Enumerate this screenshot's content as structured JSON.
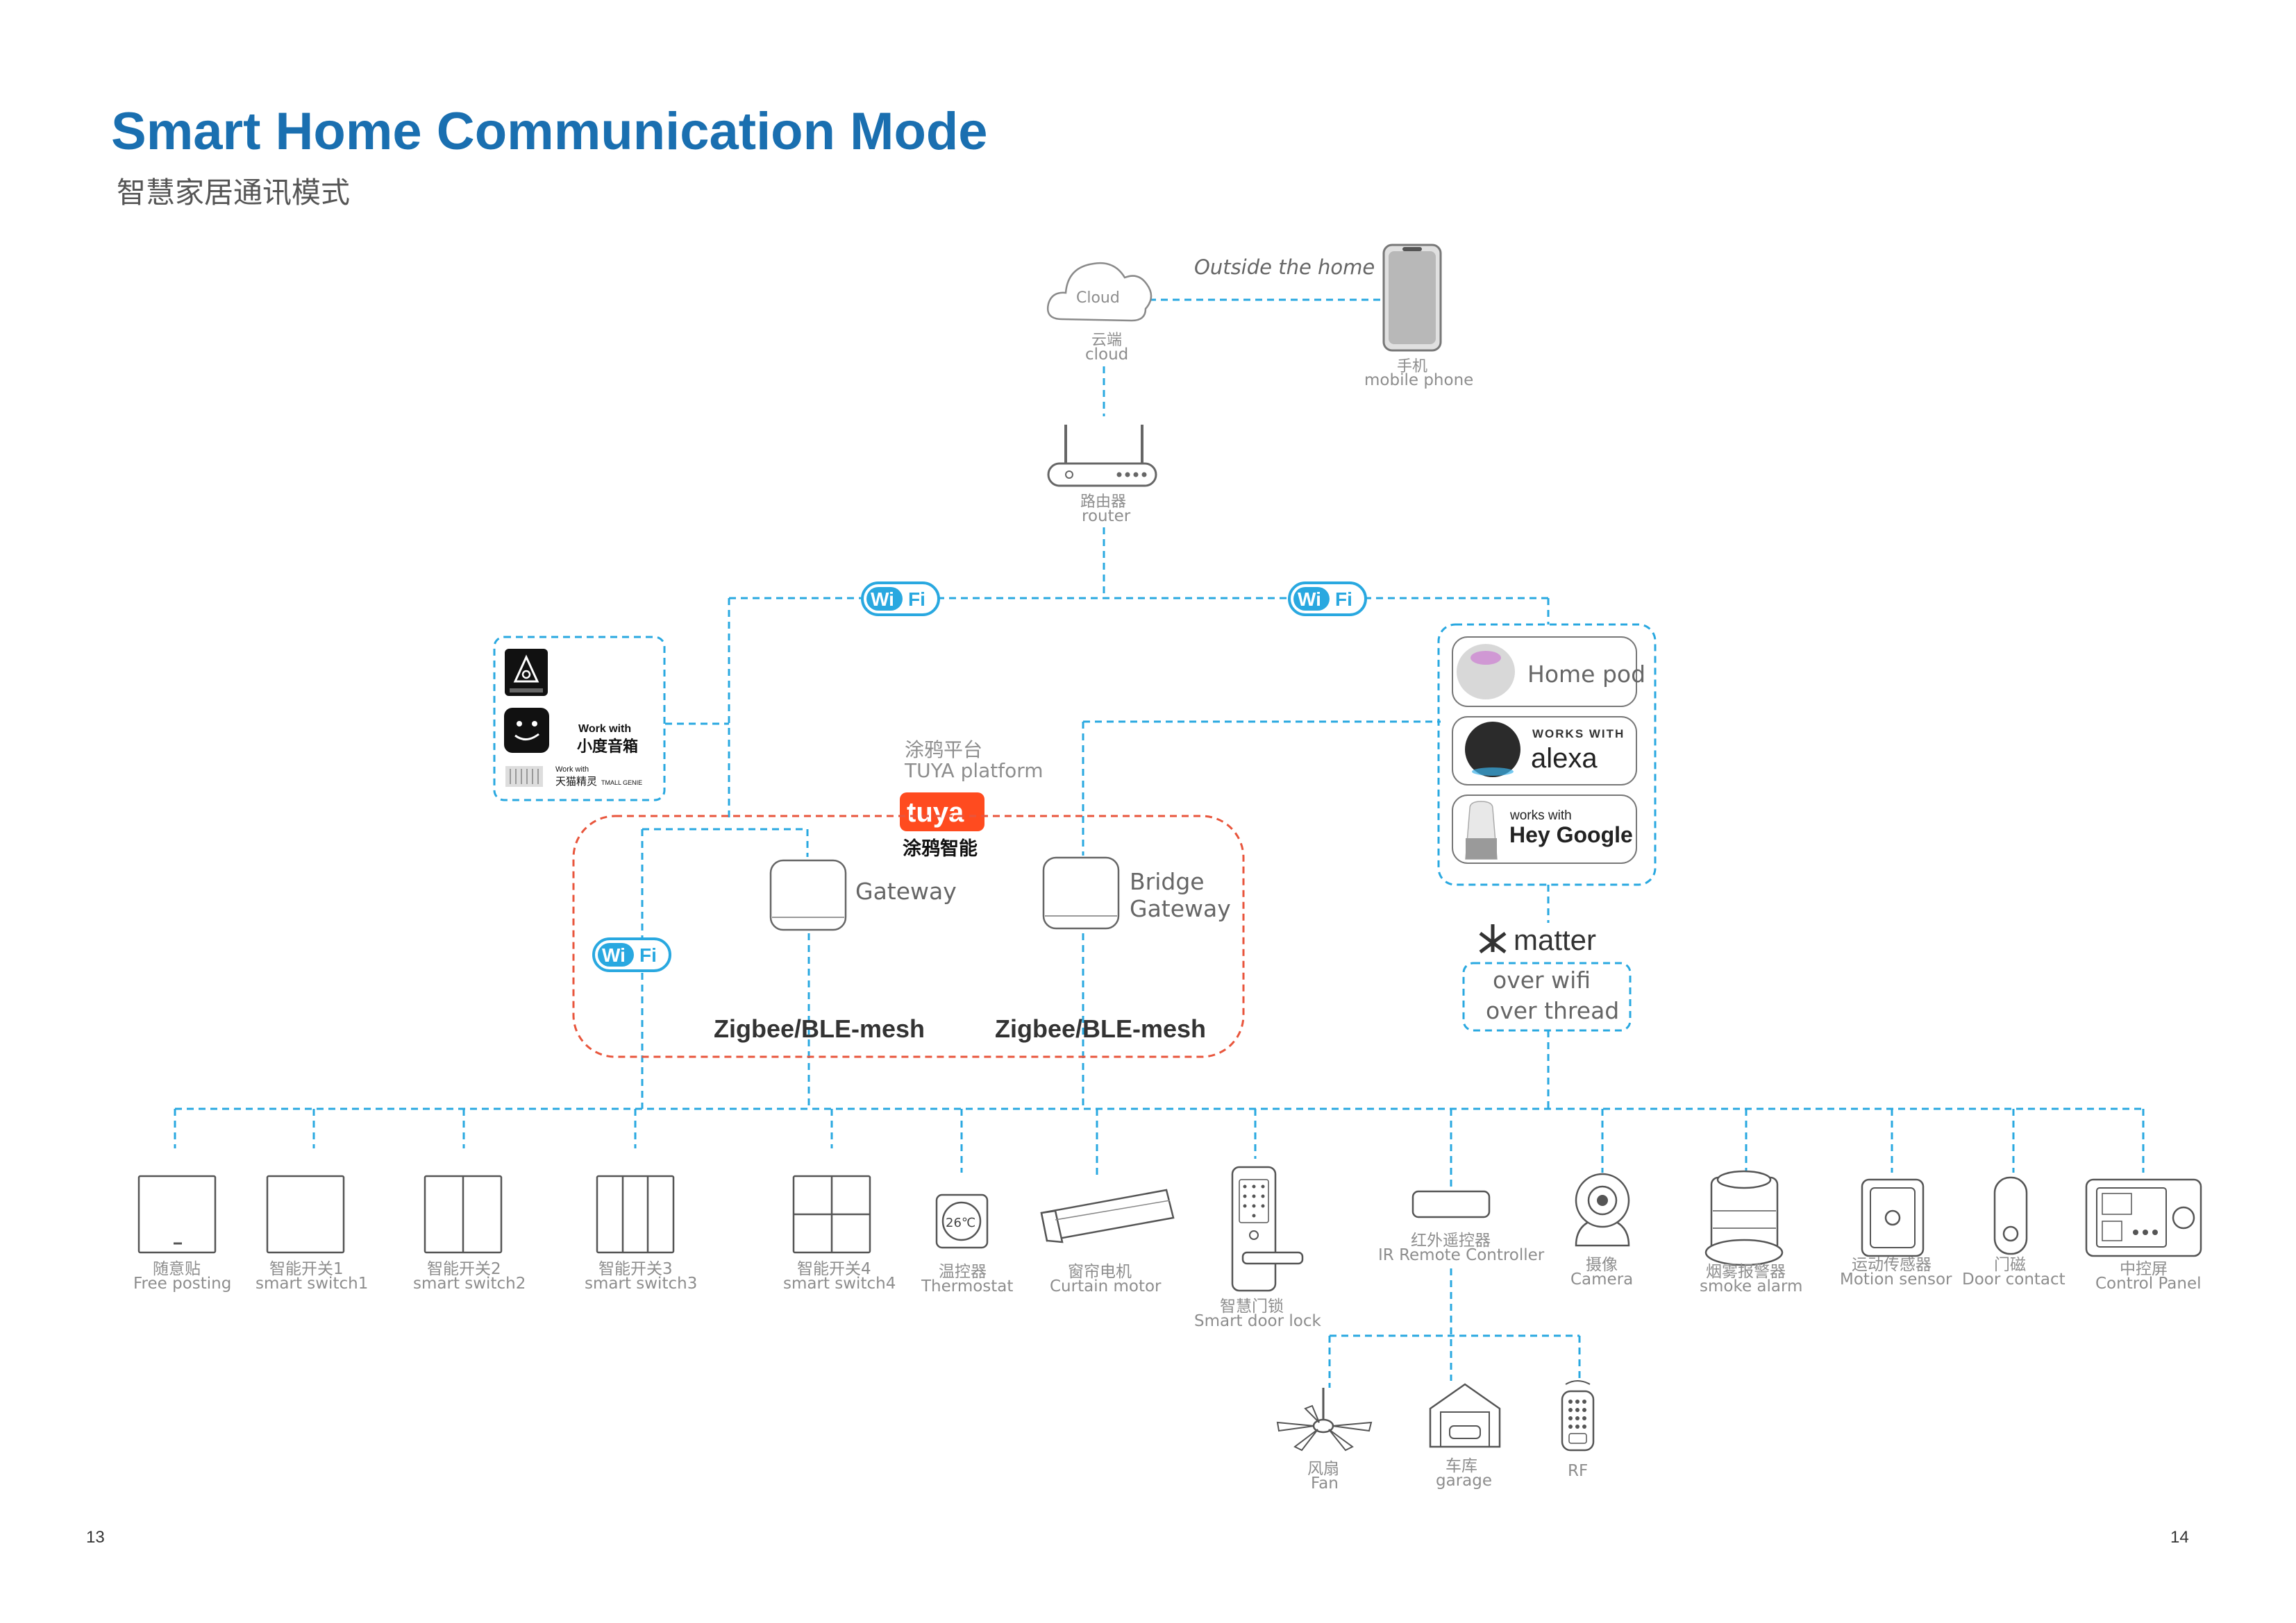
{
  "header": {
    "title": "Smart Home Communication Mode",
    "subtitle": "智慧家居通讯模式"
  },
  "top": {
    "outside_label": "Outside the home",
    "cloud": {
      "icon_text": "Cloud",
      "cn": "云端",
      "en": "cloud"
    },
    "phone": {
      "cn": "手机",
      "en": "mobile phone"
    },
    "router": {
      "cn": "路由器",
      "en": "router"
    }
  },
  "wifi_badge": {
    "left": "Wi",
    "right": "Fi"
  },
  "voice_left": {
    "xiaodu_work": "Work with",
    "xiaodu_name": "小度音箱",
    "tmall_work": "Work with",
    "tmall_name": "天猫精灵",
    "tmall_en": "TMALL GENIE"
  },
  "tuya": {
    "cn": "涂鸦平台",
    "en": "TUYA platform",
    "logo": "tuya",
    "logo_cn": "涂鸦智能",
    "gateway": "Gateway",
    "bridge_line1": "Bridge",
    "bridge_line2": "Gateway",
    "mesh_left": "Zigbee/BLE-mesh",
    "mesh_right": "Zigbee/BLE-mesh"
  },
  "voice_right": {
    "homepod": "Home pod",
    "alexa_works": "WORKS WITH",
    "alexa_name": "alexa",
    "google_works": "works with",
    "google_name": "Hey Google"
  },
  "matter": {
    "name": "matter",
    "line1": "over wifi",
    "line2": "over thread"
  },
  "devices": [
    {
      "cn": "随意贴",
      "en": "Free posting"
    },
    {
      "cn": "智能开关1",
      "en": "smart switch1"
    },
    {
      "cn": "智能开关2",
      "en": "smart switch2"
    },
    {
      "cn": "智能开关3",
      "en": "smart switch3"
    },
    {
      "cn": "智能开关4",
      "en": "smart switch4"
    },
    {
      "cn": "温控器",
      "en": "Thermostat",
      "screen": "26℃"
    },
    {
      "cn": "窗帘电机",
      "en": "Curtain motor"
    },
    {
      "cn": "智慧门锁",
      "en": "Smart door lock"
    },
    {
      "cn": "红外遥控器",
      "en": "IR Remote Controller"
    },
    {
      "cn": "摄像",
      "en": "Camera"
    },
    {
      "cn": "烟雾报警器",
      "en": "smoke alarm"
    },
    {
      "cn": "运动传感器",
      "en": "Motion sensor"
    },
    {
      "cn": "门磁",
      "en": "Door contact"
    },
    {
      "cn": "中控屏",
      "en": "Control Panel"
    }
  ],
  "ir_children": [
    {
      "cn": "风扇",
      "en": "Fan"
    },
    {
      "cn": "车库",
      "en": "garage"
    },
    {
      "en": "RF"
    }
  ],
  "page_numbers": {
    "left": "13",
    "right": "14"
  },
  "colors": {
    "title": "#1a6fb0",
    "wifi": "#29a8e0",
    "tuya": "#e8553c",
    "device_stroke": "#555555"
  }
}
